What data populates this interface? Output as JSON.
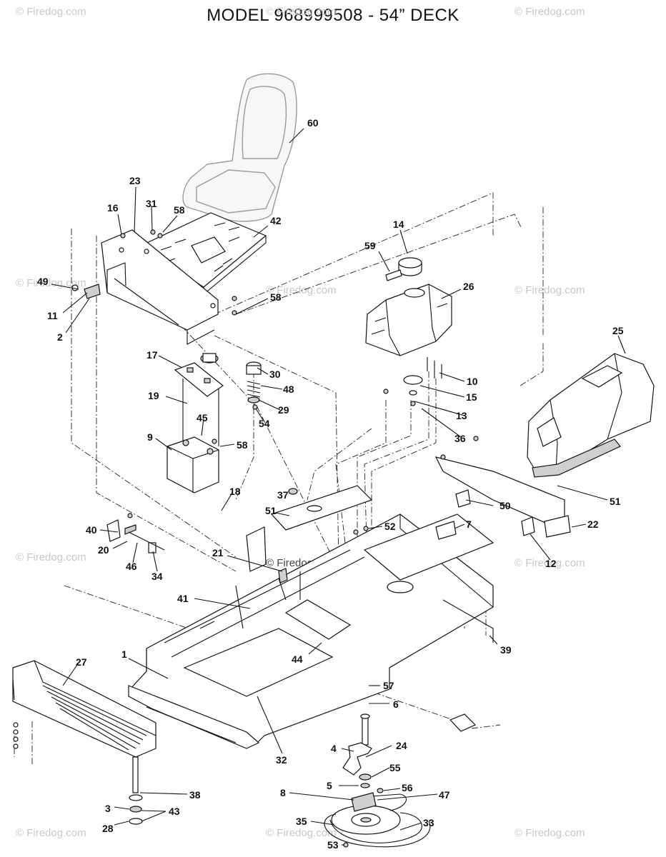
{
  "title": "MODEL 968999508 - 54” DECK",
  "watermark_text": "© Firedog.com",
  "callouts": [
    {
      "id": "c60",
      "label": "60"
    },
    {
      "id": "c23",
      "label": "23"
    },
    {
      "id": "c31",
      "label": "31"
    },
    {
      "id": "c58a",
      "label": "58"
    },
    {
      "id": "c16",
      "label": "16"
    },
    {
      "id": "c42",
      "label": "42"
    },
    {
      "id": "c14",
      "label": "14"
    },
    {
      "id": "c59",
      "label": "59"
    },
    {
      "id": "c26",
      "label": "26"
    },
    {
      "id": "c49",
      "label": "49"
    },
    {
      "id": "c11",
      "label": "11"
    },
    {
      "id": "c2",
      "label": "2"
    },
    {
      "id": "c58b",
      "label": "58"
    },
    {
      "id": "c25",
      "label": "25"
    },
    {
      "id": "c17",
      "label": "17"
    },
    {
      "id": "c30",
      "label": "30"
    },
    {
      "id": "c48",
      "label": "48"
    },
    {
      "id": "c10",
      "label": "10"
    },
    {
      "id": "c19",
      "label": "19"
    },
    {
      "id": "c29",
      "label": "29"
    },
    {
      "id": "c15",
      "label": "15"
    },
    {
      "id": "c54",
      "label": "54"
    },
    {
      "id": "c13",
      "label": "13"
    },
    {
      "id": "c45",
      "label": "45"
    },
    {
      "id": "c36",
      "label": "36"
    },
    {
      "id": "c9",
      "label": "9"
    },
    {
      "id": "c58c",
      "label": "58"
    },
    {
      "id": "c18",
      "label": "18"
    },
    {
      "id": "c51a",
      "label": "51"
    },
    {
      "id": "c37",
      "label": "37"
    },
    {
      "id": "c51b",
      "label": "51"
    },
    {
      "id": "c50",
      "label": "50"
    },
    {
      "id": "c22",
      "label": "22"
    },
    {
      "id": "c40",
      "label": "40"
    },
    {
      "id": "c52",
      "label": "52"
    },
    {
      "id": "c7",
      "label": "7"
    },
    {
      "id": "c20",
      "label": "20"
    },
    {
      "id": "c46",
      "label": "46"
    },
    {
      "id": "c34",
      "label": "34"
    },
    {
      "id": "c21",
      "label": "21"
    },
    {
      "id": "c12",
      "label": "12"
    },
    {
      "id": "c41",
      "label": "41"
    },
    {
      "id": "c39",
      "label": "39"
    },
    {
      "id": "c1",
      "label": "1"
    },
    {
      "id": "c44",
      "label": "44"
    },
    {
      "id": "c27",
      "label": "27"
    },
    {
      "id": "c57",
      "label": "57"
    },
    {
      "id": "c6",
      "label": "6"
    },
    {
      "id": "c32",
      "label": "32"
    },
    {
      "id": "c4",
      "label": "4"
    },
    {
      "id": "c24",
      "label": "24"
    },
    {
      "id": "c55",
      "label": "55"
    },
    {
      "id": "c5",
      "label": "5"
    },
    {
      "id": "c56",
      "label": "56"
    },
    {
      "id": "c8",
      "label": "8"
    },
    {
      "id": "c47",
      "label": "47"
    },
    {
      "id": "c38",
      "label": "38"
    },
    {
      "id": "c3",
      "label": "3"
    },
    {
      "id": "c43",
      "label": "43"
    },
    {
      "id": "c28",
      "label": "28"
    },
    {
      "id": "c35",
      "label": "35"
    },
    {
      "id": "c33",
      "label": "33"
    },
    {
      "id": "c53",
      "label": "53"
    }
  ]
}
